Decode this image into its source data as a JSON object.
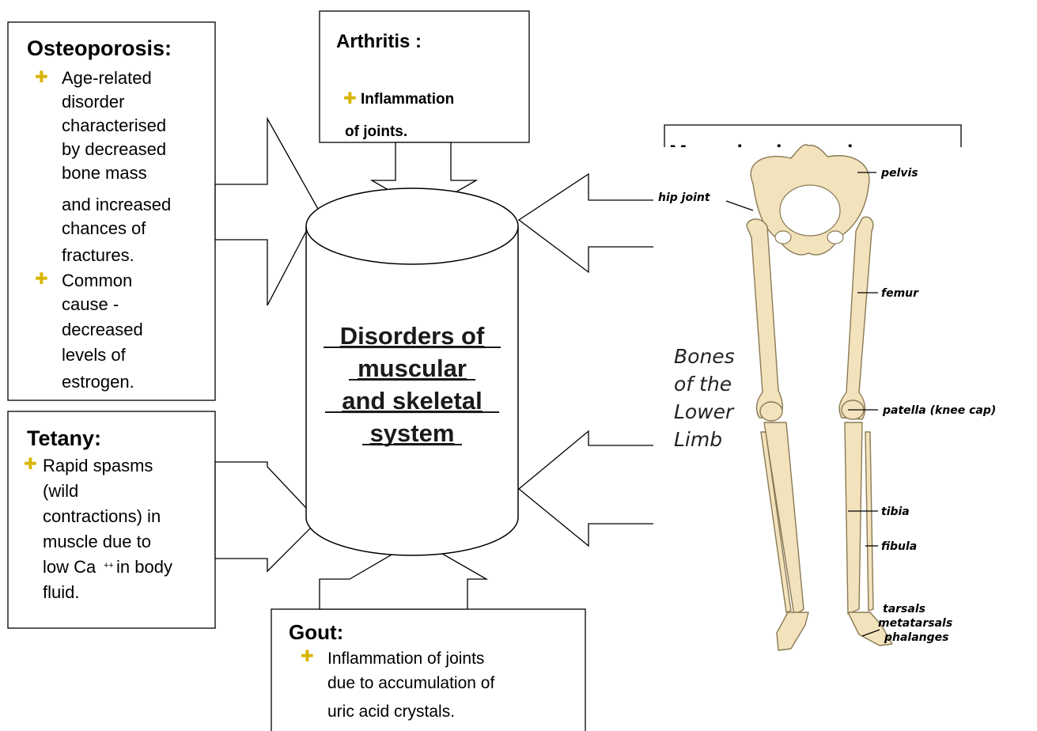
{
  "center": {
    "lines": [
      "Disorders of",
      "muscular",
      "and skeletal",
      "system"
    ]
  },
  "bullet_glyph": "✚",
  "bullet_color": "#d9b500",
  "osteoporosis": {
    "title": "Osteoporosis:",
    "bullets": [
      [
        "Age-related",
        "disorder",
        "characterised",
        "by decreased",
        "bone mass",
        "and increased",
        "chances of",
        "fractures."
      ],
      [
        "Common",
        "cause -",
        "decreased",
        "levels of",
        "estrogen."
      ]
    ]
  },
  "arthritis": {
    "title": "Arthritis :",
    "bullet_lines": [
      "Inflammation",
      "of joints."
    ]
  },
  "muscular_dystrophy": {
    "title": "Muscular dystrophy:"
  },
  "tetany": {
    "title": "Tetany:",
    "lines": [
      "Rapid spasms",
      "(wild",
      "contractions) in",
      "muscle due to",
      "low Ca",
      "in body",
      "fluid."
    ],
    "superscript": "++"
  },
  "gout": {
    "title": "Gout:",
    "lines": [
      "Inflammation of joints",
      "due to accumulation of",
      "uric acid crystals."
    ]
  },
  "bones_image": {
    "caption": [
      "Bones",
      "of the",
      "Lower",
      "Limb"
    ],
    "labels": {
      "pelvis": "pelvis",
      "hip_joint": "hip joint",
      "femur": "femur",
      "patella": "patella (knee cap)",
      "tibia": "tibia",
      "fibula": "fibula",
      "tarsals": "tarsals",
      "metatarsals": "metatarsals",
      "phalanges": "phalanges"
    },
    "bone_color": "#f3e3bc",
    "bone_outline": "#8a7a55"
  }
}
